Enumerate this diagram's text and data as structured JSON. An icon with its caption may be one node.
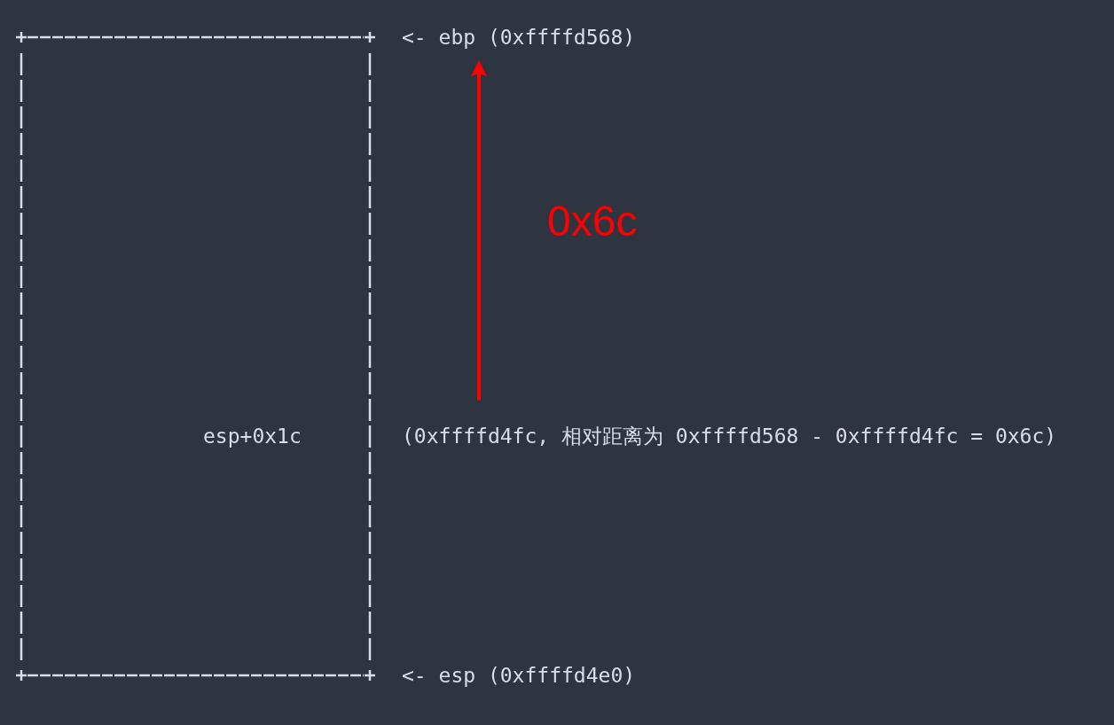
{
  "diagram": {
    "nodes": [
      {
        "text": [
          "esp+0x1c"
        ]
      }
    ],
    "labels": [
      "<- ebp (0xffffd568)",
      "0x6c",
      "(0xffffd4fc, 相对距离为 0xffffd568 - 0xffffd4fc = 0x6c)",
      "<- esp (0xffffd4e0)"
    ]
  }
}
